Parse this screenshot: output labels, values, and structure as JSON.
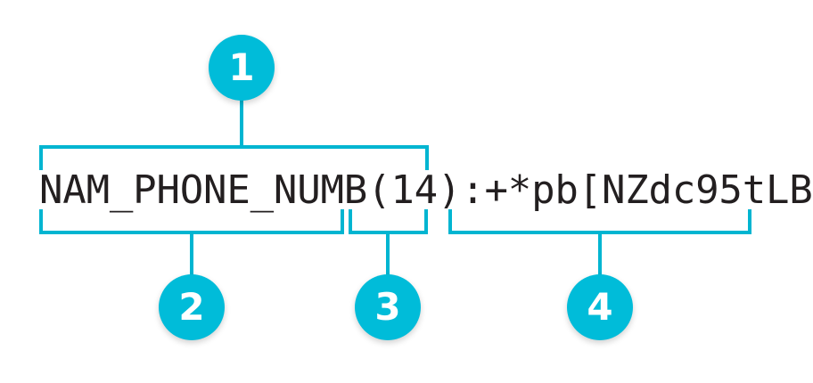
{
  "diagram": {
    "title_text": "NAM_PHONE_NUMB(14):+*pb[NZdc95tLB",
    "accent_color": "#00bcd9",
    "bracket_color": "#00b5d1",
    "text_color": "#231f20",
    "background_color": "#ffffff",
    "code": {
      "full": "NAM_PHONE_NUMB(14):+*pb[NZdc95tLB",
      "segments": [
        {
          "id": "field-name",
          "text": "NAM_PHONE_NUMB"
        },
        {
          "id": "field-length",
          "text": "(14)"
        },
        {
          "id": "field-value",
          "text": ":+*pb[NZdc95tLB"
        }
      ]
    },
    "callouts": [
      {
        "number": "1",
        "position": "top",
        "covers": "NAM_PHONE_NUMB(14)"
      },
      {
        "number": "2",
        "position": "bottom",
        "covers": "NAM_PHONE_NUMB"
      },
      {
        "number": "3",
        "position": "bottom",
        "covers": "(14)"
      },
      {
        "number": "4",
        "position": "bottom",
        "covers": ":+*pb[NZdc95tLB"
      }
    ]
  }
}
